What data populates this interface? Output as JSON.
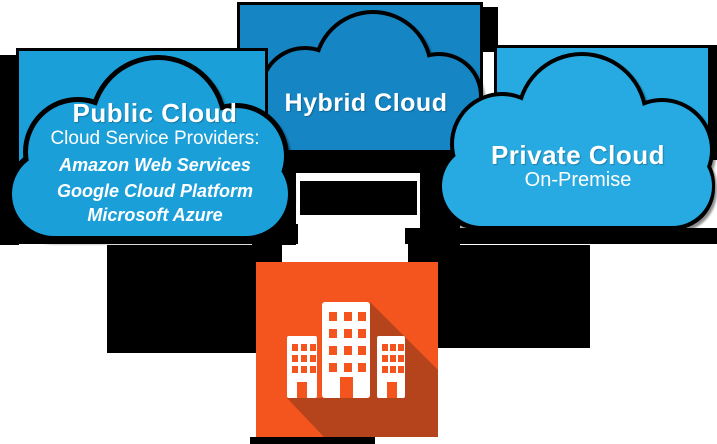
{
  "clouds": {
    "public": {
      "title": "Public Cloud",
      "subtitle": "Cloud Service Providers:",
      "providers": [
        "Amazon Web Services",
        "Google Cloud Platform",
        "Microsoft Azure"
      ]
    },
    "hybrid": {
      "title": "Hybrid Cloud"
    },
    "private": {
      "title": "Private Cloud",
      "subtitle": "On-Premise"
    }
  },
  "icon": {
    "name": "enterprise-buildings"
  },
  "colors": {
    "public_cloud": "#1B9FD9",
    "hybrid_cloud": "#1585C4",
    "private_cloud": "#27AAE1",
    "outline": "#000000",
    "icon_orange": "#F4541D",
    "icon_shadow": "#B5431C",
    "icon_building": "#FFFFFF",
    "text": "#FFFFFF"
  }
}
